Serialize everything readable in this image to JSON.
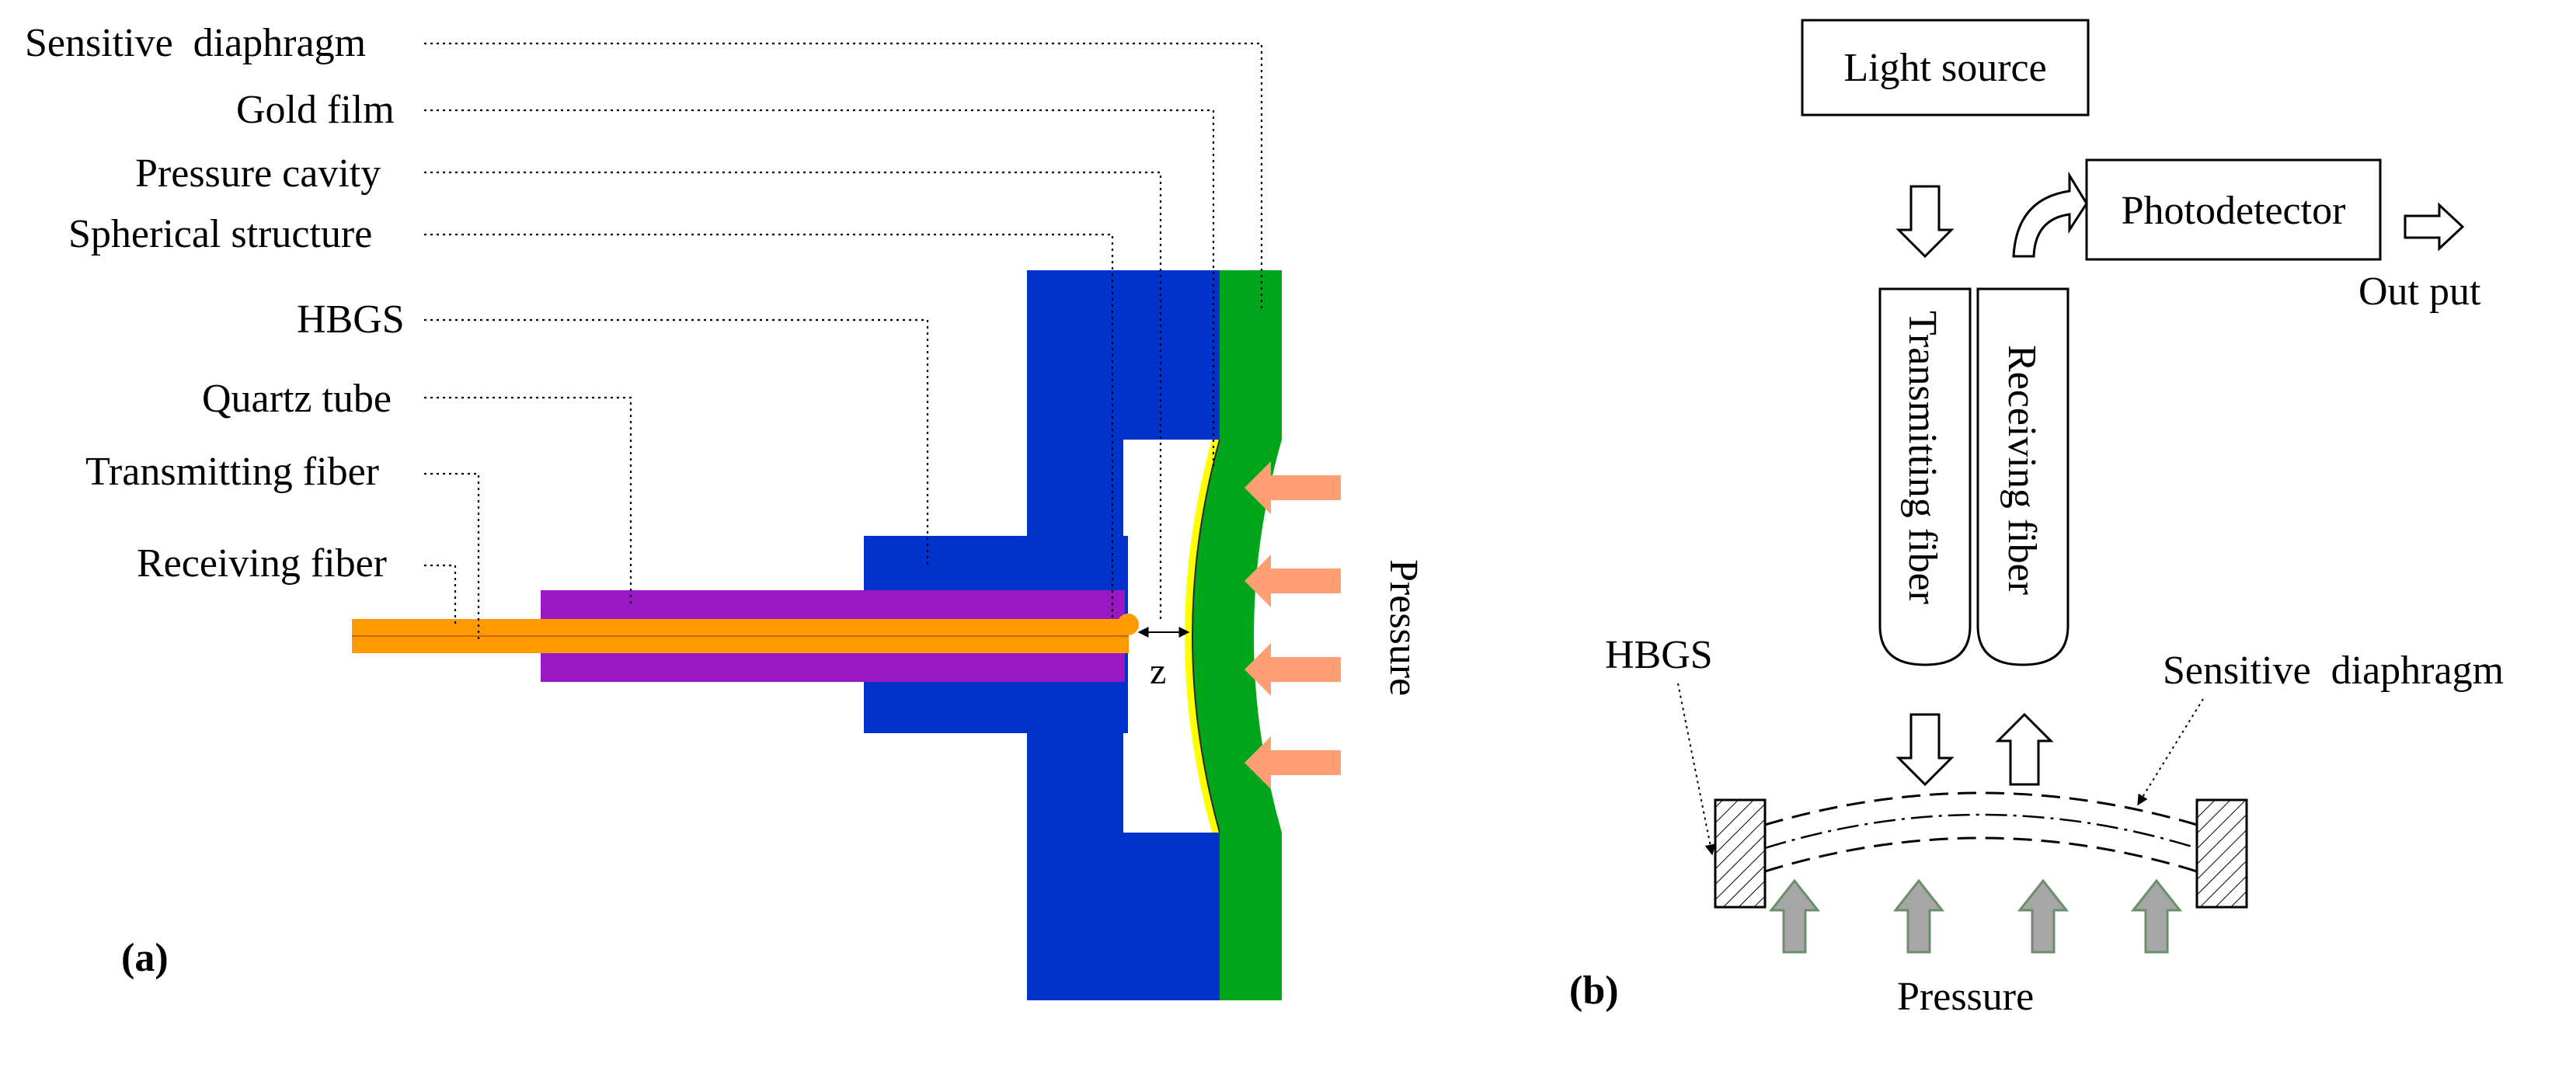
{
  "panel_a": {
    "panel_label": "(a)",
    "labels": {
      "sensitive_diaphragm": "Sensitive  diaphragm",
      "gold_film": "Gold film",
      "pressure_cavity": "Pressure cavity",
      "spherical_structure": "Spherical structure",
      "hbgs": "HBGS",
      "quartz_tube": "Quartz tube",
      "transmitting_fiber": "Transmitting fiber",
      "receiving_fiber": "Receiving fiber"
    },
    "gap_symbol": "z",
    "pressure_label": "Pressure",
    "colors": {
      "housing": "#0033CC",
      "diaphragm": "#00A619",
      "gold_film": "#FFFF00",
      "quartz_tube": "#9A18C4",
      "fiber": "#FF9900",
      "pressure_arrow": "#FF9E73"
    }
  },
  "panel_b": {
    "panel_label": "(b)",
    "light_source": "Light source",
    "photodetector": "Photodetector",
    "output": "Out put",
    "transmitting_fiber": "Transmitting fiber",
    "receiving_fiber": "Receiving fiber",
    "hbgs": "HBGS",
    "sensitive_diaphragm": "Sensitive  diaphragm",
    "pressure_label": "Pressure",
    "colors": {
      "pressure_arrow_fill": "#A6A6A6",
      "pressure_arrow_stroke": "#6B8E6B"
    }
  }
}
